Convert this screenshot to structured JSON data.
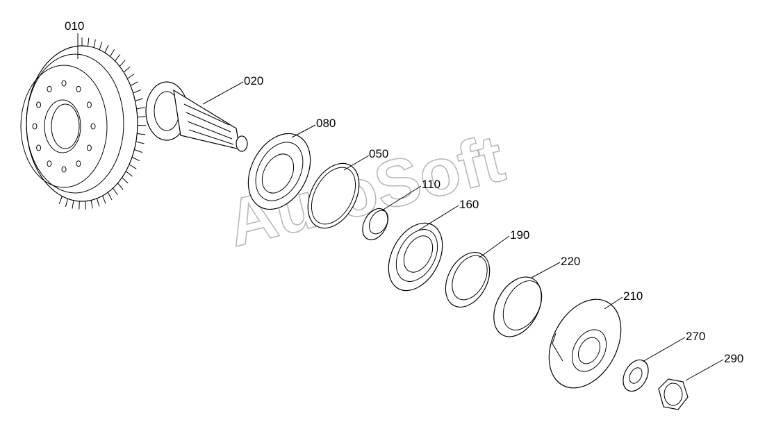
{
  "watermark": "AutoSoft",
  "parts": [
    {
      "id": "010",
      "name": "ring-gear"
    },
    {
      "id": "020",
      "name": "pinion-shaft"
    },
    {
      "id": "080",
      "name": "bearing"
    },
    {
      "id": "050",
      "name": "shim-ring"
    },
    {
      "id": "110",
      "name": "spacer-sleeve"
    },
    {
      "id": "160",
      "name": "bearing"
    },
    {
      "id": "190",
      "name": "seal-ring"
    },
    {
      "id": "220",
      "name": "seal-cover"
    },
    {
      "id": "210",
      "name": "flange"
    },
    {
      "id": "270",
      "name": "washer"
    },
    {
      "id": "290",
      "name": "hex-nut"
    }
  ]
}
